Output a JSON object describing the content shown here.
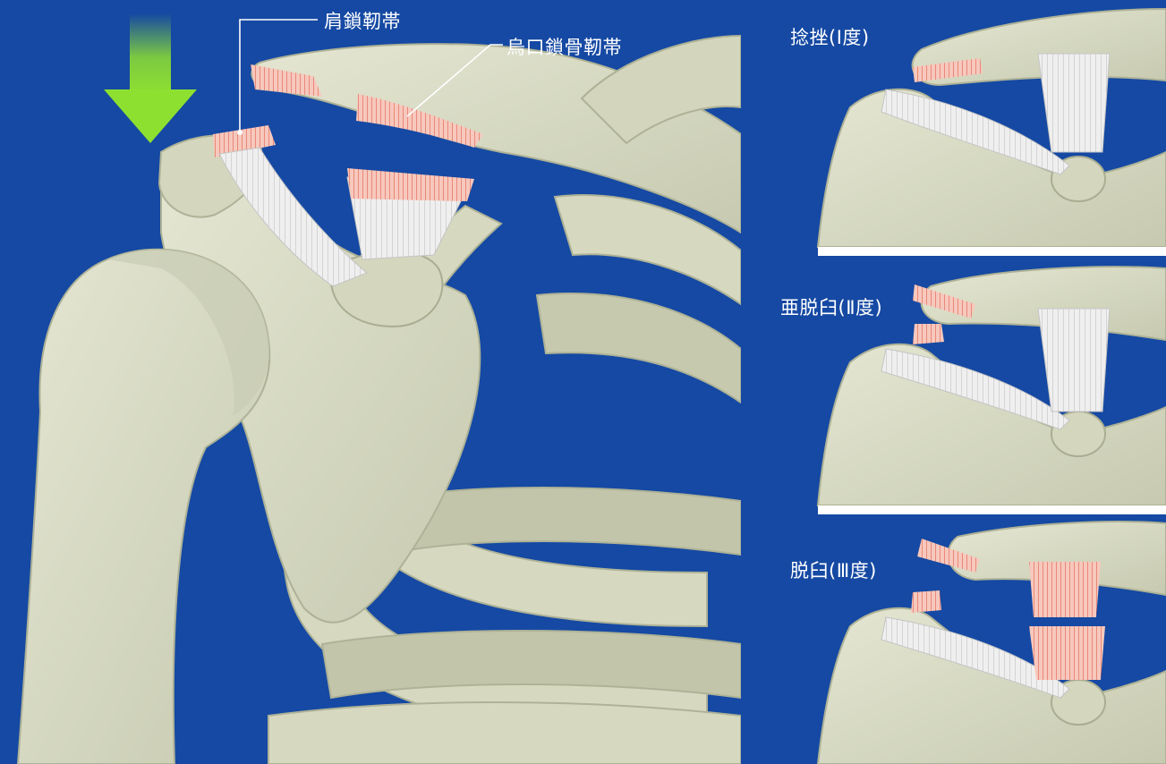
{
  "main_figure": {
    "labels": {
      "acromioclavicular_ligament": "肩鎖靭帯",
      "coracoclavicular_ligament": "烏口鎖骨靭帯"
    },
    "arrow_color": "#8ee030"
  },
  "panels": [
    {
      "label": "捻挫(Ⅰ度)"
    },
    {
      "label": "亜脱臼(Ⅱ度)"
    },
    {
      "label": "脱臼(Ⅲ度)"
    }
  ],
  "colors": {
    "background": "#1549a3",
    "bone": "#d9dcc4",
    "bone_shade": "#b8bca2",
    "ligament": "#eeeeee",
    "ligament_torn": "#ee8a78",
    "divider": "#ffffff"
  }
}
